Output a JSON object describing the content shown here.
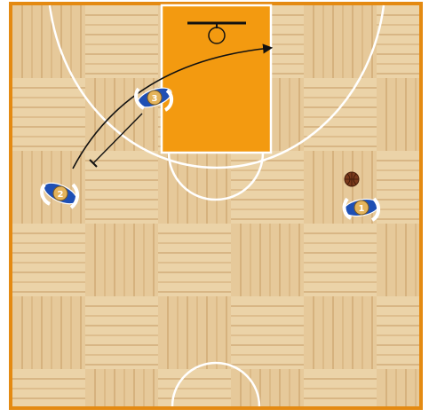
{
  "colors": {
    "border": "#E48A12",
    "paint": "#F39A10",
    "wood_light": "#E8CFA2",
    "wood_dark": "#C99A5C",
    "court_line": "#FFFFFF",
    "jersey": "#1E4FB4",
    "ball": "#7A3A1C",
    "path": "#111111"
  },
  "players": [
    {
      "id": "3",
      "label": "3",
      "icon": "player-icon"
    },
    {
      "id": "2",
      "label": "2",
      "icon": "player-icon"
    },
    {
      "id": "1",
      "label": "1",
      "icon": "player-icon"
    }
  ],
  "ball": {
    "icon": "basketball-icon",
    "holder": "1"
  },
  "actions": [
    {
      "type": "cut",
      "player": "2",
      "icon": "arrow-icon"
    },
    {
      "type": "screen",
      "player": "3",
      "icon": "screen-icon"
    }
  ]
}
